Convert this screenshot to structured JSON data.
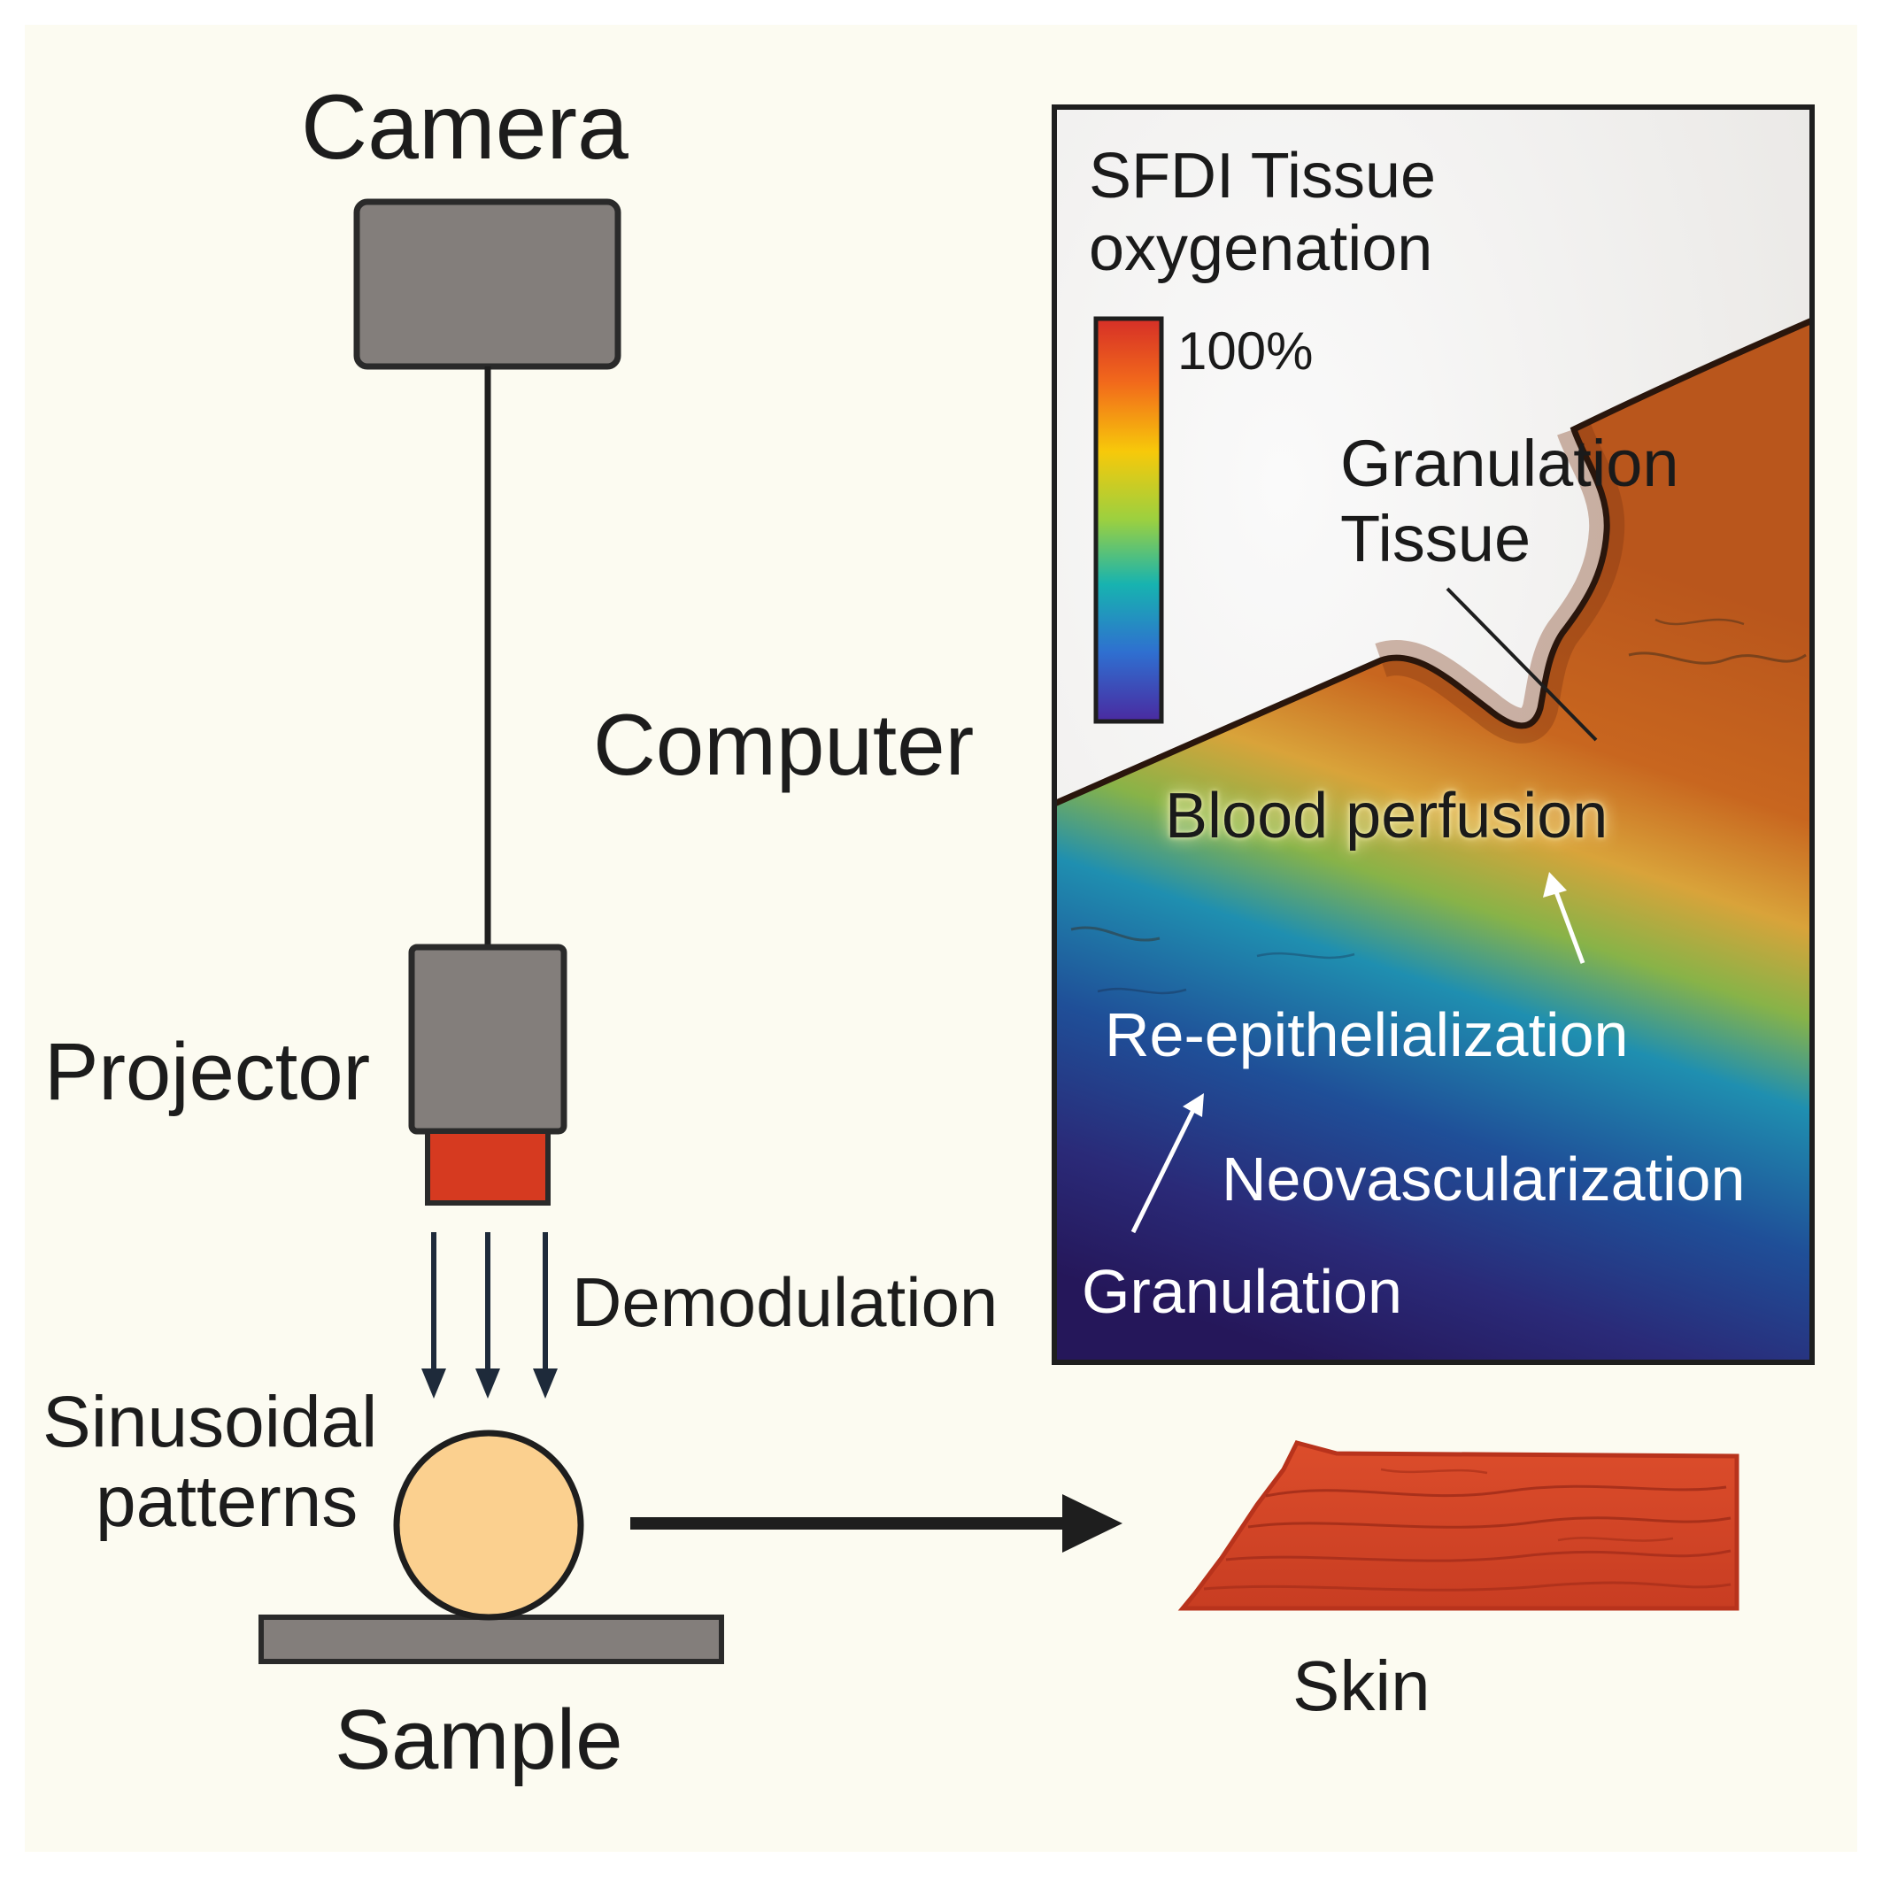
{
  "colors": {
    "background": "#fcfbf1",
    "device_fill": "#837e7b",
    "device_stroke": "#2a2a2a",
    "projector_lens": "#d63a20",
    "sample_fill": "#fbd08f",
    "skin_fill": "#d9482a",
    "arrow": "#1e2a3a"
  },
  "labels": {
    "camera": "Camera",
    "computer": "Computer",
    "projector": "Projector",
    "demodulation": "Demodulation",
    "sinusoidal_patterns_line1": "Sinusoidal",
    "sinusoidal_patterns_line2": "patterns",
    "sample": "Sample",
    "skin": "Skin"
  },
  "panel": {
    "title_line1": "SFDI Tissue",
    "title_line2": "oxygenation",
    "colorbar_max": "100%",
    "colorbar_colors": [
      "#d62f27",
      "#f26a1b",
      "#f7c90a",
      "#9bd040",
      "#17b3b0",
      "#2f6fd0",
      "#4a2aa0"
    ],
    "annotations": {
      "granulation_tissue_line1": "Granulation",
      "granulation_tissue_line2": "Tissue",
      "blood_perfusion": "Blood perfusion",
      "re_epithelialization": "Re-epithelialization",
      "neovascularization": "Neovascularization",
      "granulation": "Granulation"
    }
  }
}
